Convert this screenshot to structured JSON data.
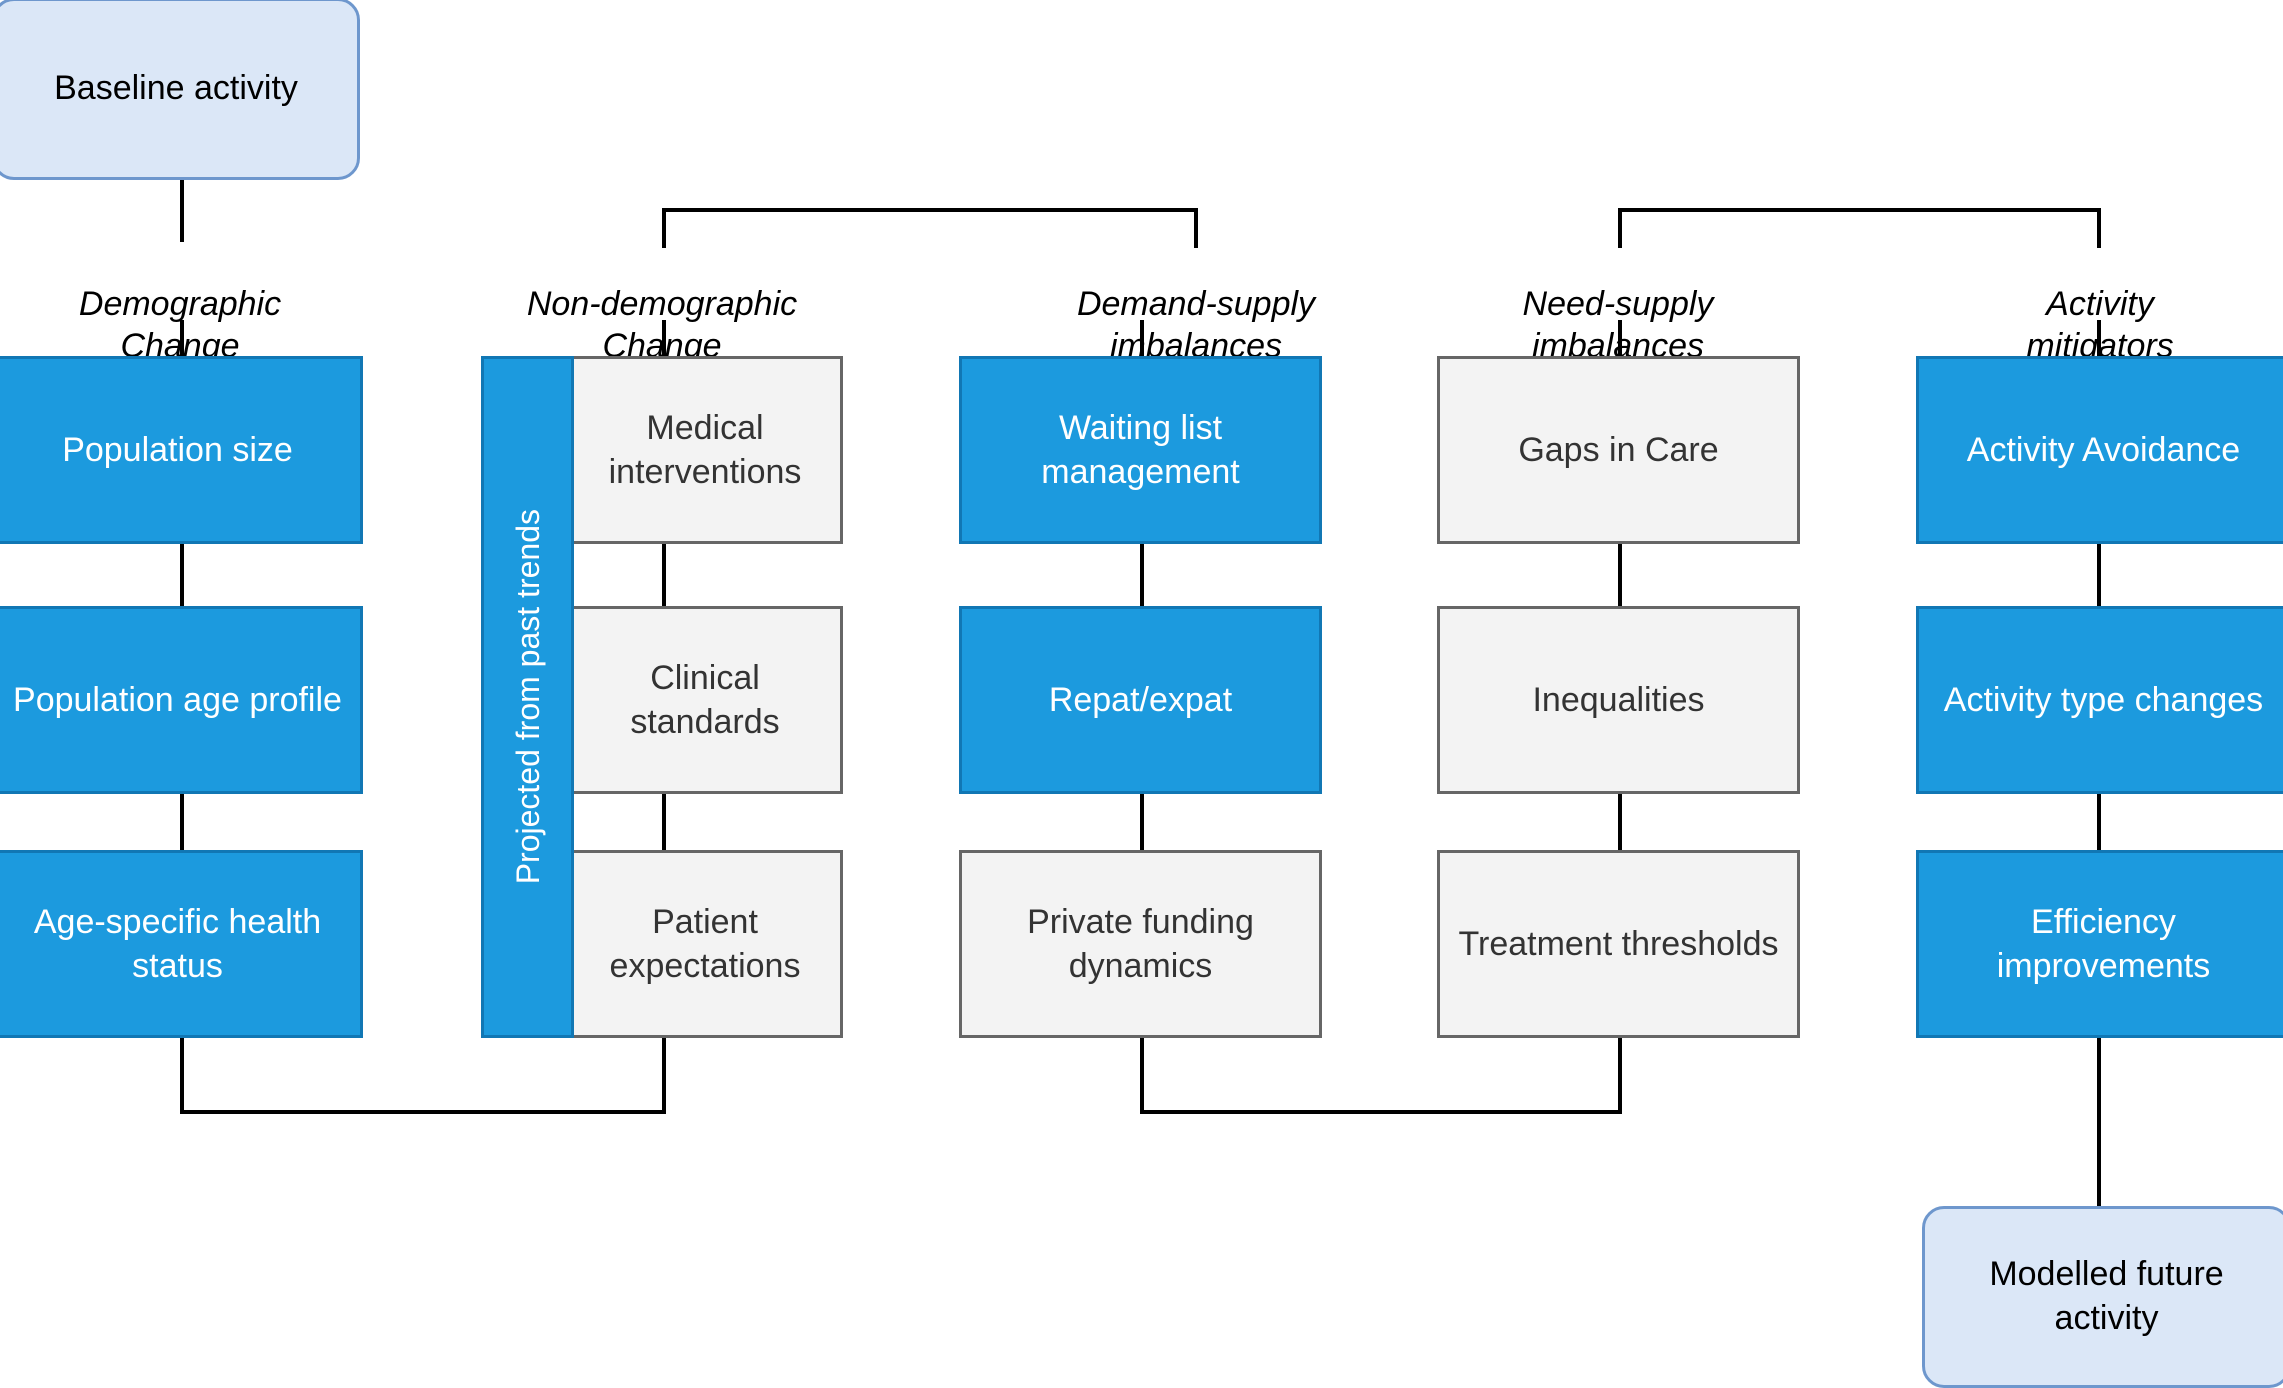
{
  "diagram": {
    "title_nodes": {
      "start": "Baseline activity",
      "end": "Modelled future activity"
    },
    "band": {
      "label": "Projected from past trends"
    },
    "colors": {
      "terminal_fill": "#dbe7f7",
      "terminal_border": "#6e97cd",
      "blue_fill": "#1c9ade",
      "blue_border": "#1177b4",
      "grey_fill": "#f3f3f3",
      "grey_border": "#666666",
      "connector": "#000000"
    },
    "columns": [
      {
        "id": "demographic-change",
        "caption": "Demographic\nChange",
        "nodes": [
          {
            "label": "Population size",
            "style": "blue"
          },
          {
            "label": "Population age profile",
            "style": "blue"
          },
          {
            "label": "Age-specific health status",
            "style": "blue"
          }
        ]
      },
      {
        "id": "non-demographic-change",
        "caption": "Non-demographic\nChange",
        "nodes": [
          {
            "label": "Medical interventions",
            "style": "grey"
          },
          {
            "label": "Clinical standards",
            "style": "grey"
          },
          {
            "label": "Patient expectations",
            "style": "grey"
          }
        ]
      },
      {
        "id": "demand-supply-imbalances",
        "caption": "Demand-supply\nimbalances",
        "nodes": [
          {
            "label": "Waiting list management",
            "style": "blue"
          },
          {
            "label": "Repat/expat",
            "style": "blue"
          },
          {
            "label": "Private funding dynamics",
            "style": "grey"
          }
        ]
      },
      {
        "id": "need-supply-imbalances",
        "caption": "Need-supply\nimbalances",
        "nodes": [
          {
            "label": "Gaps in Care",
            "style": "grey"
          },
          {
            "label": "Inequalities",
            "style": "grey"
          },
          {
            "label": "Treatment thresholds",
            "style": "grey"
          }
        ]
      },
      {
        "id": "activity-mitigators",
        "caption": "Activity\nmitigators",
        "nodes": [
          {
            "label": "Activity Avoidance",
            "style": "blue"
          },
          {
            "label": "Activity type changes",
            "style": "blue"
          },
          {
            "label": "Efficiency improvements",
            "style": "blue"
          }
        ]
      }
    ]
  }
}
